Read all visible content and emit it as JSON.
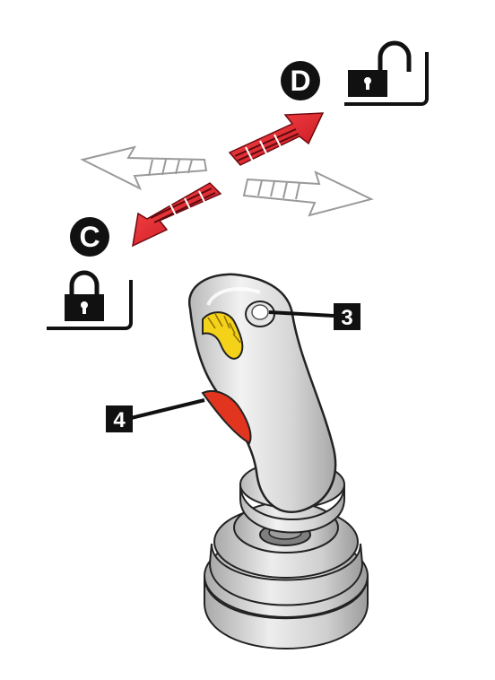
{
  "directions": {
    "d": {
      "letter": "D",
      "lock_state": "unlocked"
    },
    "c": {
      "letter": "C",
      "lock_state": "locked"
    }
  },
  "callouts": [
    {
      "number": "3"
    },
    {
      "number": "4"
    }
  ],
  "colors": {
    "arrow_active": "#e0202a",
    "arrow_outline": "#9a9a9a",
    "handle_grey": "#d9d9d9",
    "button_yellow": "#f4d21a",
    "trigger_red": "#e2351f",
    "ink": "#111111"
  },
  "icons": [
    "padlock-open-icon",
    "padlock-closed-icon",
    "joystick-icon"
  ]
}
